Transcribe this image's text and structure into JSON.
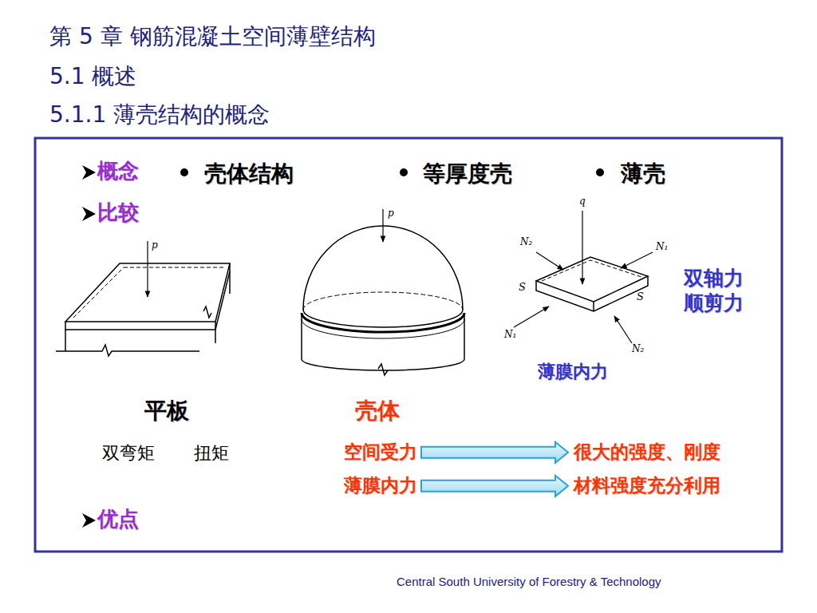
{
  "diagram": {
    "title": "第 5 章  钢筋混凝土空间薄壁结构",
    "nodes": [
      {
        "text": [
          "空间受力"
        ]
      },
      {
        "text": [
          "很大的强度、刚度"
        ]
      },
      {
        "text": [
          "薄膜内力"
        ]
      },
      {
        "text": [
          "材料强度充分利用"
        ]
      }
    ],
    "edges": [
      {
        "from": 0,
        "to": 1,
        "arrow": "to"
      },
      {
        "from": 2,
        "to": 3,
        "arrow": "to"
      }
    ],
    "labels": [
      "5.1 概述",
      "5.1.1 薄壳结构的概念",
      "概念",
      "壳体结构",
      "等厚度壳",
      "薄壳",
      "比较",
      "p",
      "p",
      "q",
      "N₂",
      "N₁",
      "S",
      "S",
      "N₁",
      "N₂",
      "双轴力 顺剪力",
      "薄膜内力",
      "平板",
      "壳体",
      "双弯矩",
      "扭矩",
      "优点",
      "Central South University of Forestry & Technology"
    ]
  }
}
